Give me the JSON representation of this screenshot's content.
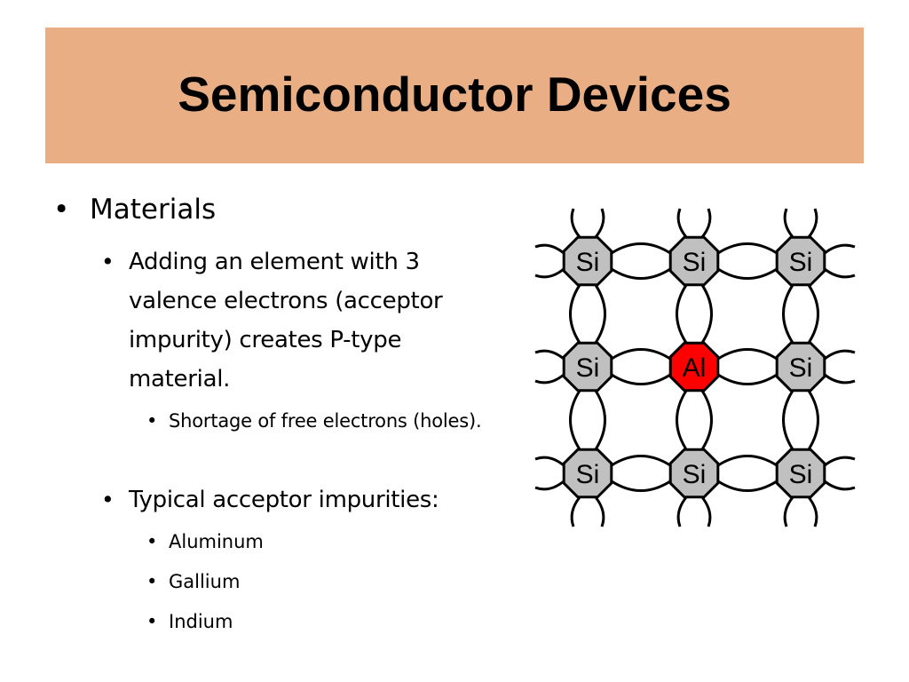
{
  "slide": {
    "title": "Semiconductor Devices",
    "title_band_color": "#eaae85"
  },
  "bullets": {
    "marker": "•",
    "level1": "Materials",
    "item1": "Adding an element with 3 valence electrons (acceptor impurity) creates P-type material.",
    "item1_sub": "Shortage of free electrons (holes).",
    "item2": "Typical acceptor impurities:",
    "item2_subs": [
      "Aluminum",
      "Gallium",
      "Indium"
    ]
  },
  "lattice": {
    "atoms": [
      [
        "Si",
        "Si",
        "Si"
      ],
      [
        "Si",
        "Al",
        "Si"
      ],
      [
        "Si",
        "Si",
        "Si"
      ]
    ],
    "atom_color": "#c0c0c0",
    "impurity_color": "#ff0000"
  }
}
